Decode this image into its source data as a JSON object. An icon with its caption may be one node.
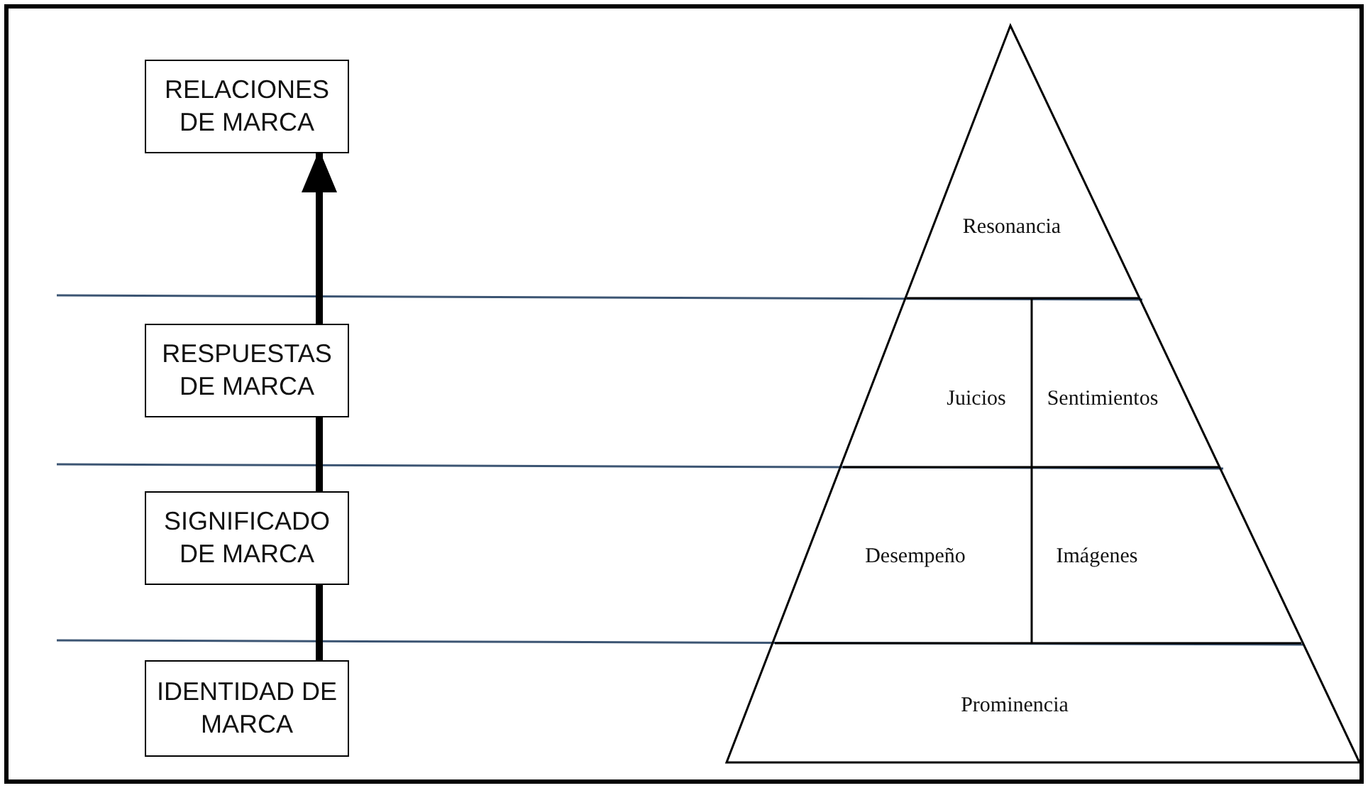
{
  "diagram": {
    "nodes": [
      {
        "text": [
          "RELACIONES DE MARCA"
        ]
      },
      {
        "text": [
          "RESPUESTAS DE MARCA"
        ]
      },
      {
        "text": [
          "SIGNIFICADO DE MARCA"
        ]
      },
      {
        "text": [
          "IDENTIDAD DE MARCA"
        ]
      },
      {
        "text": [
          "Resonancia"
        ]
      },
      {
        "text": [
          "Juicios"
        ]
      },
      {
        "text": [
          "Sentimientos"
        ]
      },
      {
        "text": [
          "Desempeño"
        ]
      },
      {
        "text": [
          "Imágenes"
        ]
      },
      {
        "text": [
          "Prominencia"
        ]
      }
    ],
    "edges": [
      {
        "from": 3,
        "to": 2,
        "arrow": "none"
      },
      {
        "from": 2,
        "to": 1,
        "arrow": "none"
      },
      {
        "from": 1,
        "to": 0,
        "arrow": "to"
      }
    ]
  }
}
